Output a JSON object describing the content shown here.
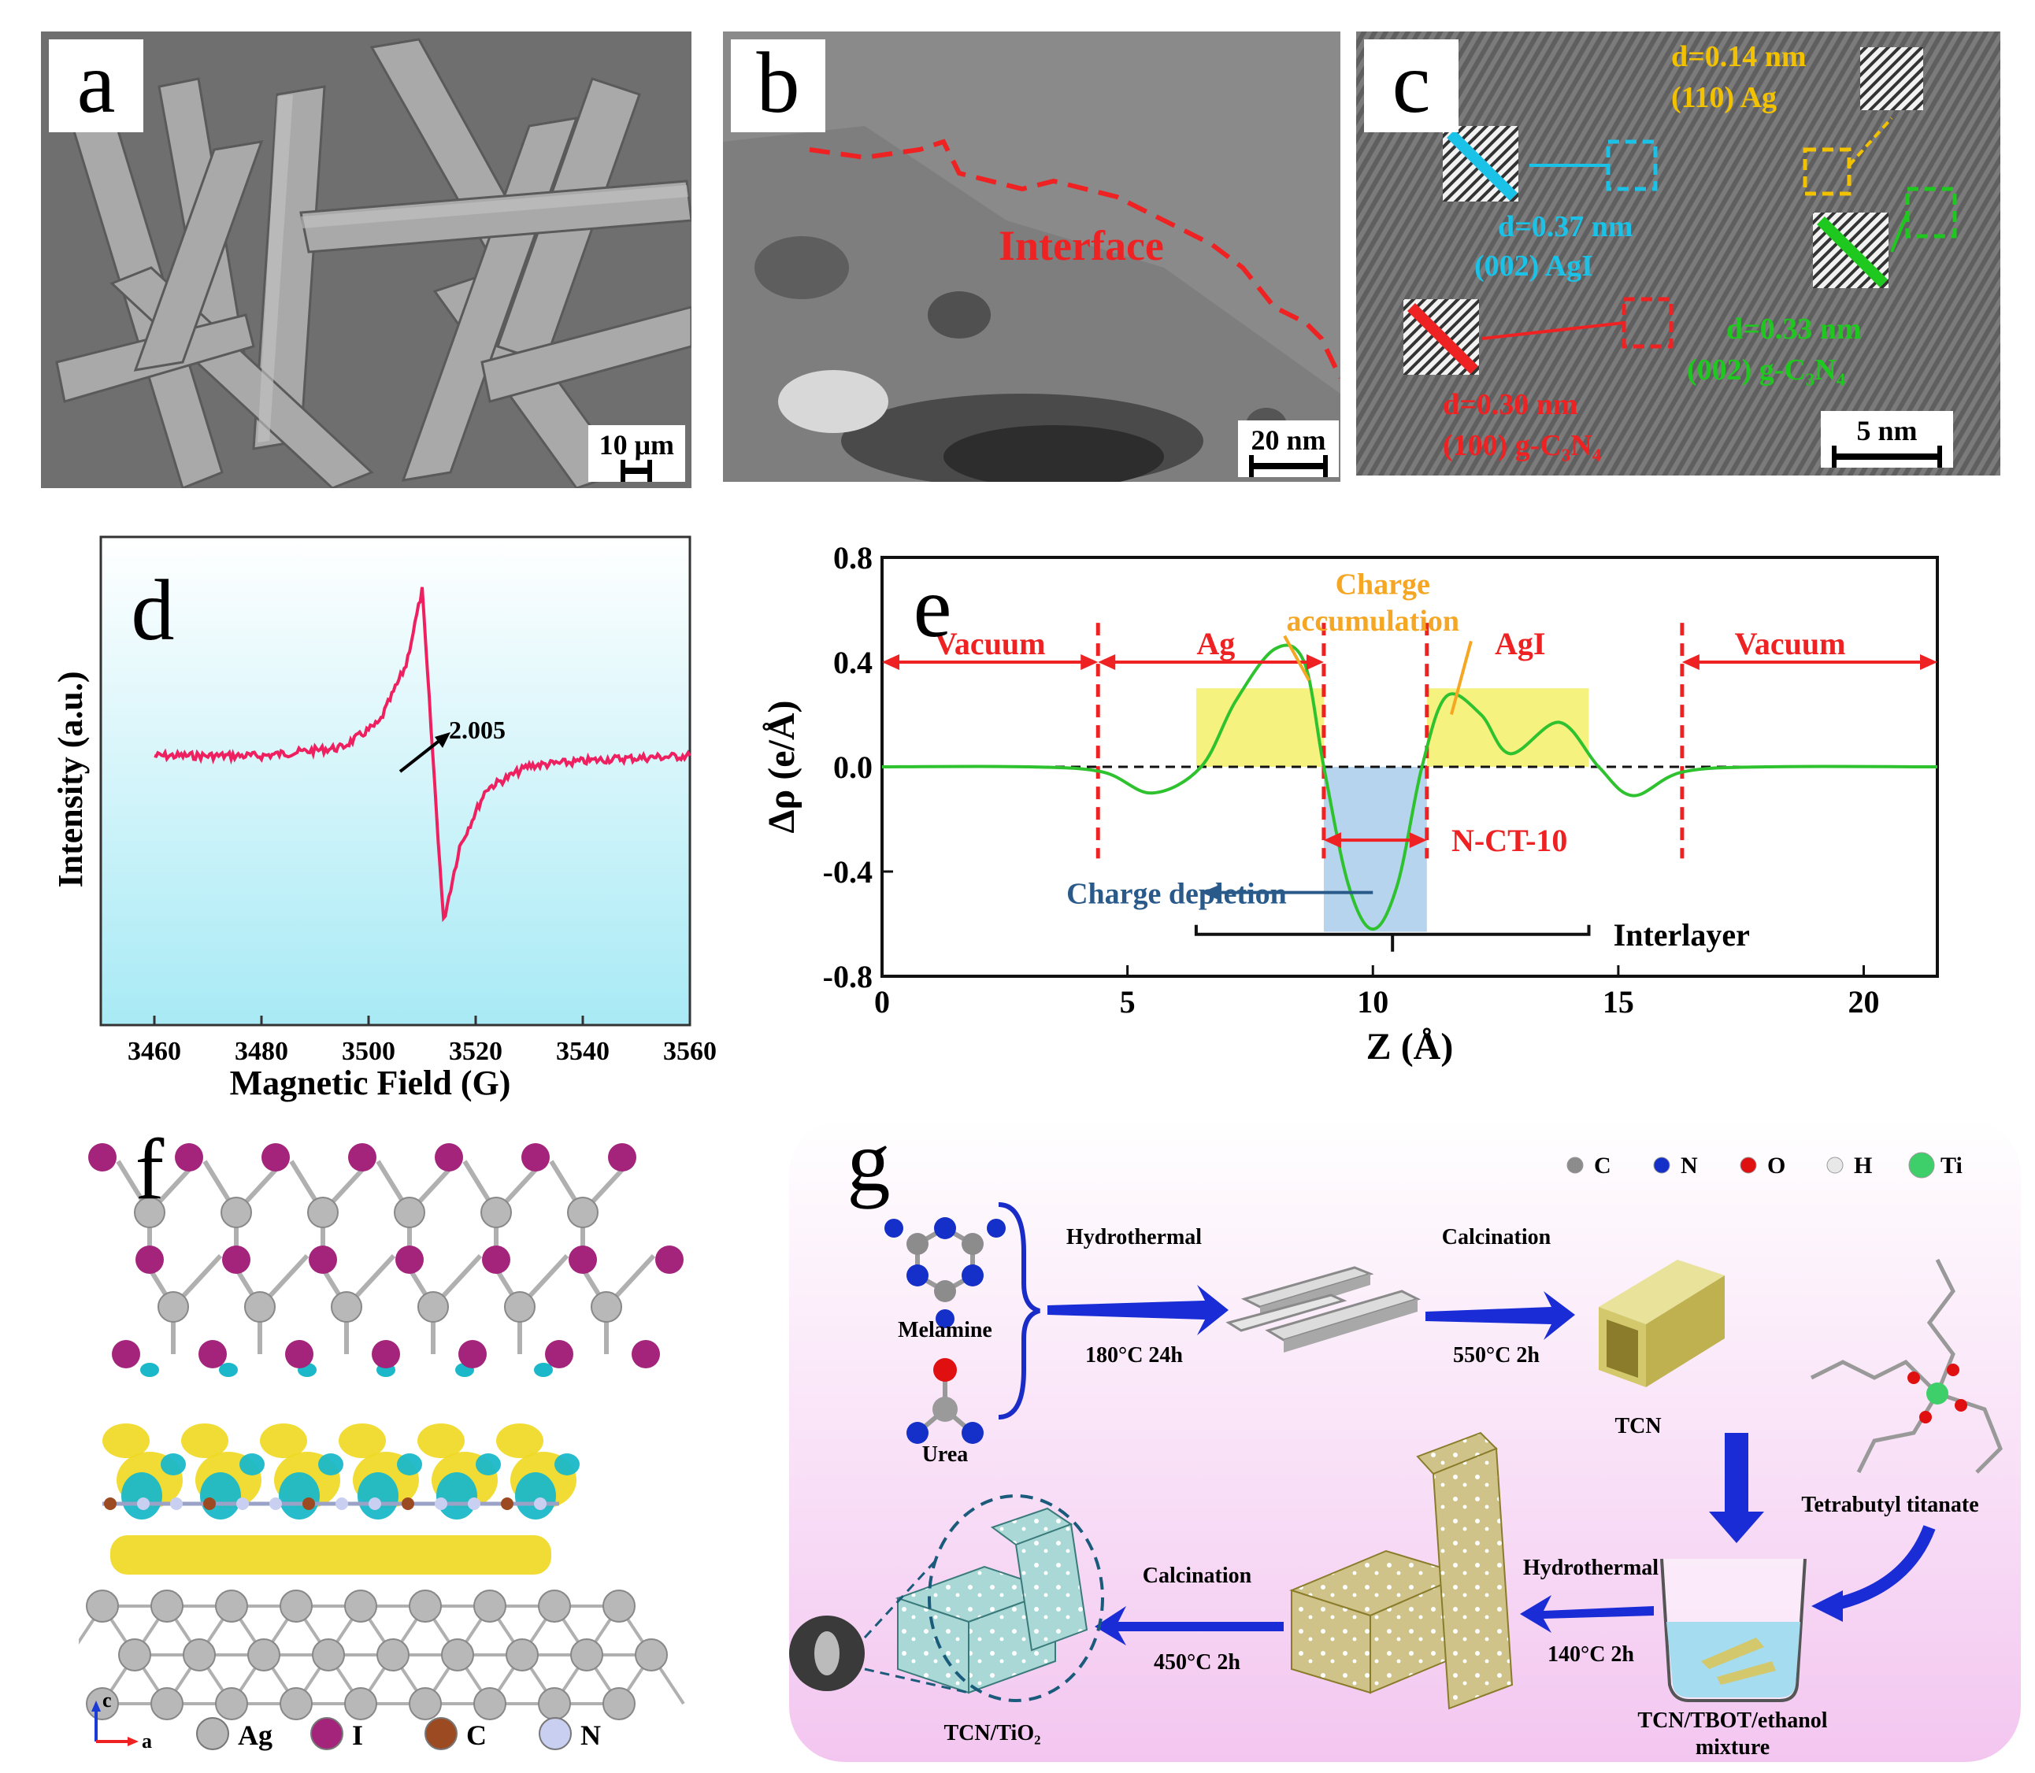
{
  "panel_a": {
    "label": "a",
    "scale": "10 μm"
  },
  "panel_b": {
    "label": "b",
    "scale": "20 nm",
    "interface_label": "Interface"
  },
  "panel_c": {
    "label": "c",
    "scale": "5 nm",
    "annotations": [
      {
        "d": "d=0.14 nm",
        "plane": "(110) Ag",
        "color": "#f2c200"
      },
      {
        "d": "d=0.37 nm",
        "plane": "(002) AgI",
        "color": "#19c2e6"
      },
      {
        "d": "d=0.33 nm",
        "plane": "(002) g-C₃N₄",
        "color": "#1ec81e"
      },
      {
        "d": "d=0.30 nm",
        "plane": "(100) g-C₃N₄",
        "color": "#ee2222"
      }
    ]
  },
  "panel_d": {
    "label": "d",
    "xlabel": "Magnetic Field (G)",
    "ylabel": "Intensity (a.u.)",
    "annotation": "2.005",
    "xticks": [
      "3460",
      "3480",
      "3500",
      "3520",
      "3540",
      "3560"
    ]
  },
  "panel_e": {
    "label": "e",
    "xlabel": "Z (Å)",
    "ylabel": "Δρ (e/Å)",
    "xticks": [
      "0",
      "5",
      "10",
      "15",
      "20"
    ],
    "yticks": [
      "0.8",
      "0.4",
      "0.0",
      "-0.4",
      "-0.8"
    ],
    "regions": [
      "Vacuum",
      "Ag",
      "AgI",
      "Vacuum"
    ],
    "charge_accumulation": [
      "Charge",
      "accumulation"
    ],
    "charge_depletion": "Charge depletion",
    "nct": "N-CT-10",
    "interlayer": "Interlayer"
  },
  "panel_f": {
    "label": "f",
    "axis_c": "c",
    "axis_a": "a",
    "legend": [
      {
        "name": "Ag",
        "color": "#b8b8b8"
      },
      {
        "name": "I",
        "color": "#a3247a"
      },
      {
        "name": "C",
        "color": "#9c4a22"
      },
      {
        "name": "N",
        "color": "#c8cff0"
      }
    ]
  },
  "panel_g": {
    "label": "g",
    "legend": [
      {
        "name": "C",
        "color": "#8c8c8c"
      },
      {
        "name": "N",
        "color": "#1430c8"
      },
      {
        "name": "O",
        "color": "#e01010"
      },
      {
        "name": "H",
        "color": "#e8e8e8"
      },
      {
        "name": "Ti",
        "color": "#3fcf6a"
      }
    ],
    "melamine": "Melamine",
    "urea": "Urea",
    "hydrothermal_1": "Hydrothermal",
    "cond_1": "180°C 24h",
    "calcination_1": "Calcination",
    "cond_2": "550°C 2h",
    "tcn": "TCN",
    "tbot": "Tetrabutyl titanate",
    "mixture_1": "TCN/TBOT/ethanol",
    "mixture_2": "mixture",
    "hydrothermal_2": "Hydrothermal",
    "cond_3": "140°C 2h",
    "calcination_2": "Calcination",
    "cond_4": "450°C 2h",
    "product": "TCN/TiO₂"
  },
  "chart_data": [
    {
      "type": "line",
      "panel": "d",
      "xlabel": "Magnetic Field (G)",
      "ylabel": "Intensity (a.u.)",
      "xlim": [
        3450,
        3560
      ],
      "x": [
        3460,
        3480,
        3495,
        3502,
        3507,
        3510,
        3512,
        3514,
        3517,
        3522,
        3530,
        3545,
        3560
      ],
      "values": [
        0.0,
        0.0,
        0.05,
        0.2,
        0.55,
        1.0,
        0.0,
        -1.0,
        -0.55,
        -0.2,
        -0.06,
        -0.02,
        0.0
      ],
      "annotation": "2.005"
    },
    {
      "type": "line",
      "panel": "e",
      "xlabel": "Z (Å)",
      "ylabel": "Δρ (e/Å)",
      "xlim": [
        0,
        21.5
      ],
      "ylim": [
        -0.8,
        0.8
      ],
      "x": [
        0,
        3,
        4.5,
        5.5,
        6.5,
        7.2,
        8.0,
        8.6,
        9.0,
        9.5,
        10.0,
        10.5,
        11.0,
        11.5,
        12.2,
        12.8,
        13.8,
        14.6,
        15.3,
        16.3,
        18,
        21.5
      ],
      "values": [
        0.0,
        0.0,
        -0.02,
        -0.1,
        0.0,
        0.25,
        0.45,
        0.4,
        0.0,
        -0.45,
        -0.62,
        -0.45,
        0.0,
        0.27,
        0.2,
        0.05,
        0.17,
        0.0,
        -0.11,
        -0.02,
        0.0,
        0.0
      ],
      "vlines": [
        4.4,
        9.0,
        11.1,
        16.3
      ]
    }
  ]
}
